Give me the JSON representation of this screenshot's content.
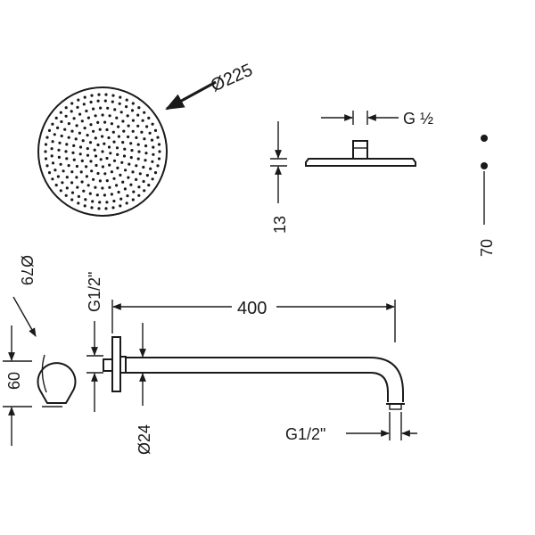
{
  "dimensions": {
    "head_diameter": "Ø225",
    "head_thread": "G ½",
    "head_thickness": "13",
    "mount_spacing": "70",
    "flange_diameter": "Ø79",
    "wall_thread": "G1/2\"",
    "flange_height": "60",
    "arm_length": "400",
    "arm_diameter": "Ø24",
    "outlet_thread": "G1/2\""
  }
}
